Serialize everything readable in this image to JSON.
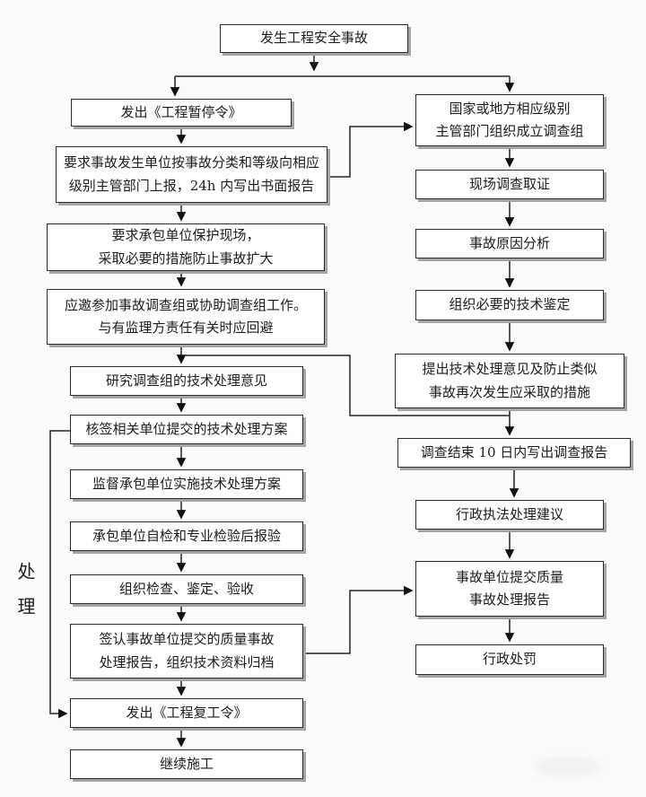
{
  "colors": {
    "background": "#fcfbfc",
    "box_border": "#2d2d2d",
    "box_shadow": "#a6a4a5",
    "line": "#242424"
  },
  "side_label": "处理",
  "nodes": {
    "start": "发生工程安全事故",
    "issue_stop_order": "发出《工程暂停令》",
    "report_within_24h": "要求事故发生单位按事故分类和等级向相应\n级别主管部门上报，24h 内写出书面报告",
    "protect_site": "要求承包单位保护现场，\n采取必要的措施防止事故扩大",
    "join_investigation": "应邀参加事故调查组或协助调查组工作。\n与有监理方责任有关时应回避",
    "study_opinions": "研究调查组的技术处理意见",
    "countersign_plan": "核签相关单位提交的技术处理方案",
    "supervise_implementation": "监督承包单位实施技术处理方案",
    "contractor_inspection": "承包单位自检和专业检验后报验",
    "organize_acceptance": "组织检查、鉴定、验收",
    "sign_report_archive": "签认事故单位提交的质量事故\n处理报告，组织技术资料归档",
    "issue_resume_order": "发出《工程复工令》",
    "continue_construction": "继续施工",
    "form_investigation_team": "国家或地方相应级别\n主管部门组织成立调查组",
    "site_evidence": "现场调查取证",
    "cause_analysis": "事故原因分析",
    "technical_appraisal": "组织必要的技术鉴定",
    "propose_measures": "提出技术处理意见及防止类似\n事故再次发生应采取的措施",
    "investigation_report": "调查结束 10 日内写出调查报告",
    "law_enforcement_advice": "行政执法处理建议",
    "submit_quality_report": "事故单位提交质量\n事故处理报告",
    "administrative_penalty": "行政处罚"
  }
}
